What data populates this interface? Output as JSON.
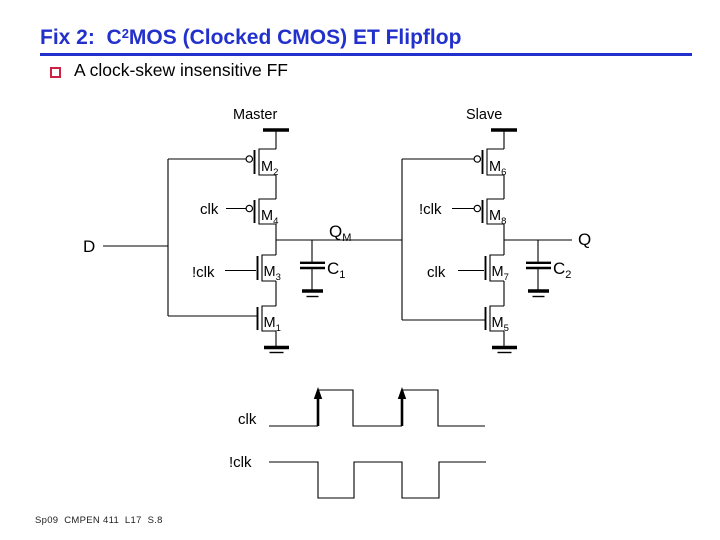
{
  "slide": {
    "title": {
      "prefix": "Fix 2:  C",
      "superscript": "2",
      "suffix": "MOS (Clocked CMOS) ET Flipflop"
    },
    "bullet": "A clock-skew insensitive FF",
    "footer": "Sp09  CMPEN 411  L17  S.8"
  },
  "circuit": {
    "master": {
      "label": "Master",
      "transistors": {
        "m2": {
          "name": "M",
          "sub": "2"
        },
        "m4": {
          "name": "M",
          "sub": "4"
        },
        "m3": {
          "name": "M",
          "sub": "3"
        },
        "m1": {
          "name": "M",
          "sub": "1"
        }
      },
      "gates": {
        "m4": "clk",
        "m3": "!clk"
      },
      "capacitor": {
        "name": "C",
        "sub": "1"
      },
      "internal_node": {
        "name": "Q",
        "sub": "M"
      }
    },
    "slave": {
      "label": "Slave",
      "transistors": {
        "m6": {
          "name": "M",
          "sub": "6"
        },
        "m8": {
          "name": "M",
          "sub": "8"
        },
        "m7": {
          "name": "M",
          "sub": "7"
        },
        "m5": {
          "name": "M",
          "sub": "5"
        }
      },
      "gates": {
        "m8": "!clk",
        "m7": "clk"
      },
      "capacitor": {
        "name": "C",
        "sub": "2"
      }
    },
    "input_label": "D",
    "output_label": "Q"
  },
  "waveforms": {
    "clk": {
      "label": "clk",
      "rising_edges_marked": true
    },
    "nclk": {
      "label": "!clk"
    }
  },
  "colors": {
    "title_blue": "#2331CC",
    "bullet_red": "#CC2244",
    "ink": "#000000"
  }
}
